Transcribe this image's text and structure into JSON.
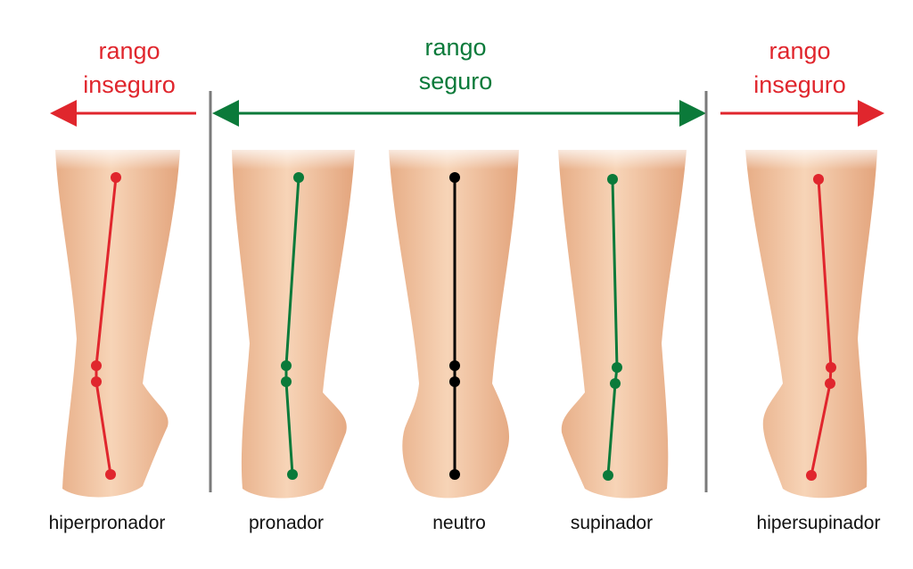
{
  "colors": {
    "unsafe": "#e0262d",
    "safe": "#0b7a3a",
    "neutral": "#000000",
    "divider": "#7a7a7a",
    "skin": "#f2c6a3"
  },
  "headings": {
    "left": {
      "line1": "rango",
      "line2": "inseguro"
    },
    "center": {
      "line1": "rango",
      "line2": "seguro"
    },
    "right": {
      "line1": "rango",
      "line2": "inseguro"
    }
  },
  "legs": [
    {
      "id": "hiperpronador",
      "label": "hiperpronador",
      "range": "unsafe"
    },
    {
      "id": "pronador",
      "label": "pronador",
      "range": "safe"
    },
    {
      "id": "neutro",
      "label": "neutro",
      "range": "neutral"
    },
    {
      "id": "supinador",
      "label": "supinador",
      "range": "safe"
    },
    {
      "id": "hipersupinador",
      "label": "hipersupinador",
      "range": "unsafe"
    }
  ]
}
